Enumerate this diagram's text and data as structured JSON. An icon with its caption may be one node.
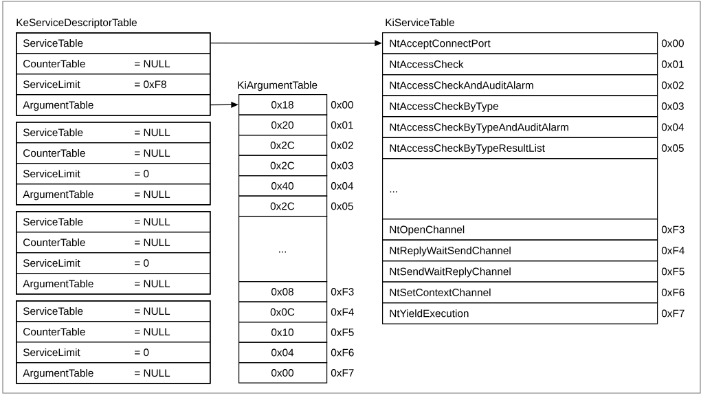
{
  "diagram": {
    "nodes": [
      {
        "text": [],
        "shape": "box"
      },
      {
        "text": [
          "ServiceTable"
        ],
        "in": 0
      },
      {
        "text": [
          "CounterTable",
          "= NULL"
        ],
        "in": 0
      },
      {
        "text": [
          "ServiceLimit",
          "= 0xF8"
        ],
        "in": 0
      },
      {
        "text": [
          "ArgumentTable"
        ],
        "in": 0
      },
      {
        "text": [],
        "shape": "box"
      },
      {
        "text": [
          "ServiceTable",
          "= NULL"
        ],
        "in": 5
      },
      {
        "text": [
          "CounterTable",
          "= NULL"
        ],
        "in": 5
      },
      {
        "text": [
          "ServiceLimit",
          "= 0"
        ],
        "in": 5
      },
      {
        "text": [
          "ArgumentTable",
          "= NULL"
        ],
        "in": 5
      },
      {
        "text": [],
        "shape": "box"
      },
      {
        "text": [
          "ServiceTable",
          "= NULL"
        ],
        "in": 10
      },
      {
        "text": [
          "CounterTable",
          "= NULL"
        ],
        "in": 10
      },
      {
        "text": [
          "ServiceLimit",
          "= 0"
        ],
        "in": 10
      },
      {
        "text": [
          "ArgumentTable",
          "= NULL"
        ],
        "in": 10
      },
      {
        "text": [],
        "shape": "box"
      },
      {
        "text": [
          "ServiceTable",
          "= NULL"
        ],
        "in": 15
      },
      {
        "text": [
          "CounterTable",
          "= NULL"
        ],
        "in": 15
      },
      {
        "text": [
          "ServiceLimit",
          "= 0"
        ],
        "in": 15
      },
      {
        "text": [
          "ArgumentTable",
          "= NULL"
        ],
        "in": 15
      },
      {
        "text": [
          "0x18"
        ],
        "beside": [
          "0x00"
        ]
      },
      {
        "text": [
          "0x20"
        ],
        "beside": [
          "0x01"
        ]
      },
      {
        "text": [
          "0x2C"
        ],
        "beside": [
          "0x02"
        ]
      },
      {
        "text": [
          "0x2C"
        ],
        "beside": [
          "0x03"
        ]
      },
      {
        "text": [
          "0x40"
        ],
        "beside": [
          "0x04"
        ]
      },
      {
        "text": [
          "0x2C"
        ],
        "beside": [
          "0x05"
        ]
      },
      {
        "text": [
          "..."
        ]
      },
      {
        "text": [
          "0x08"
        ],
        "beside": [
          "0xF3"
        ]
      },
      {
        "text": [
          "0x0C"
        ],
        "beside": [
          "0xF4"
        ]
      },
      {
        "text": [
          "0x10"
        ],
        "beside": [
          "0xF5"
        ]
      },
      {
        "text": [
          "0x04"
        ],
        "beside": [
          "0xF6"
        ]
      },
      {
        "text": [
          "0x00"
        ],
        "beside": [
          "0xF7"
        ]
      },
      {
        "text": [
          "NtAcceptConnectPort"
        ],
        "beside": [
          "0x00"
        ]
      },
      {
        "text": [
          "NtAccessCheck"
        ],
        "beside": [
          "0x01"
        ]
      },
      {
        "text": [
          "NtAccessCheckAndAuditAlarm"
        ],
        "beside": [
          "0x02"
        ]
      },
      {
        "text": [
          "NtAccessCheckByType"
        ],
        "beside": [
          "0x03"
        ]
      },
      {
        "text": [
          "NtAccessCheckByTypeAndAuditAlarm"
        ],
        "beside": [
          "0x04"
        ]
      },
      {
        "text": [
          "NtAccessCheckByTypeResultList"
        ],
        "beside": [
          "0x05"
        ]
      },
      {
        "text": [
          "..."
        ]
      },
      {
        "text": [
          "NtOpenChannel"
        ],
        "beside": [
          "0xF3"
        ]
      },
      {
        "text": [
          "NtReplyWaitSendChannel"
        ],
        "beside": [
          "0xF4"
        ]
      },
      {
        "text": [
          "NtSendWaitReplyChannel"
        ],
        "beside": [
          "0xF5"
        ]
      },
      {
        "text": [
          "NtSetContextChannel"
        ],
        "beside": [
          "0xF6"
        ]
      },
      {
        "text": [
          "NtYieldExecution"
        ],
        "beside": [
          "0xF7"
        ]
      }
    ],
    "edges": [
      {
        "from": 1,
        "to": 32,
        "arrow": "to"
      },
      {
        "from": 4,
        "to": 20,
        "arrow": "to"
      }
    ],
    "labels": [
      "KeServiceDescriptorTable",
      "KiServiceTable",
      "KiArgumentTable"
    ]
  }
}
